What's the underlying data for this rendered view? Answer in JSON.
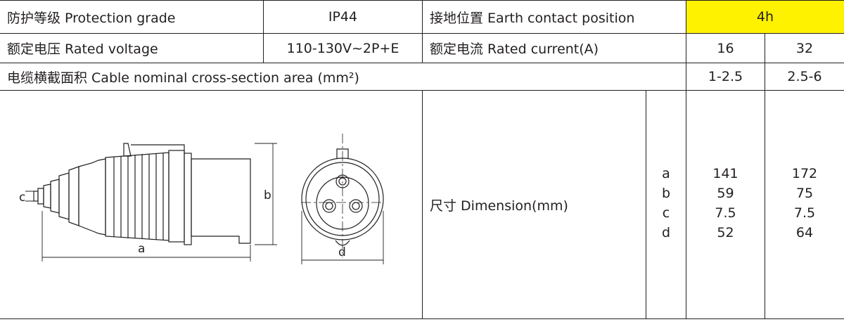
{
  "row1": {
    "protection_label": "防护等级 Protection grade",
    "protection_value": "IP44",
    "earth_label": "接地位置 Earth contact position",
    "earth_value": "4h"
  },
  "row2": {
    "voltage_label": "额定电压 Rated voltage",
    "voltage_value": "110-130V~2P+E",
    "current_label": "额定电流 Rated current(A)",
    "current_16": "16",
    "current_32": "32"
  },
  "row3": {
    "cable_label": "电缆横截面积 Cable nominal cross-section area (mm²)",
    "cable_16": "1-2.5",
    "cable_32": "2.5-6"
  },
  "row4": {
    "dimension_label": "尺寸 Dimension(mm)",
    "dim_keys": [
      "a",
      "b",
      "c",
      "d"
    ],
    "dim_16": [
      "141",
      "59",
      "7.5",
      "52"
    ],
    "dim_32": [
      "172",
      "75",
      "7.5",
      "64"
    ]
  },
  "drawing": {
    "label_a": "a",
    "label_b": "b",
    "label_c": "c",
    "label_d": "d"
  },
  "colors": {
    "highlight": "#fff200",
    "lines": "#231f20"
  }
}
